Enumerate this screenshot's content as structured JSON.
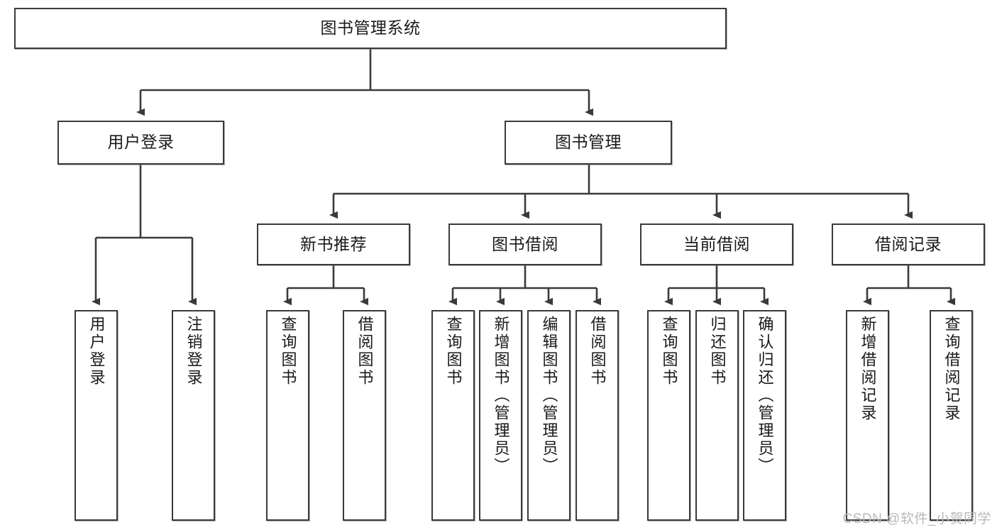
{
  "diagram": {
    "type": "tree",
    "title": "图书管理系统",
    "watermark": "CSDN @软件_小贺同学",
    "colors": {
      "box_border": "#3a3a3a",
      "box_fill": "#ffffff",
      "edge": "#3a3a3a",
      "text": "#1a1a1a",
      "watermark": "#b9b9b9"
    },
    "nodes": {
      "root": {
        "label": "图书管理系统"
      },
      "level2": [
        {
          "id": "user-login",
          "label": "用户登录"
        },
        {
          "id": "book-manage",
          "label": "图书管理"
        }
      ],
      "level3": [
        {
          "id": "new-book-recommend",
          "label": "新书推荐"
        },
        {
          "id": "book-borrow",
          "label": "图书借阅"
        },
        {
          "id": "current-borrow",
          "label": "当前借阅"
        },
        {
          "id": "borrow-record",
          "label": "借阅记录"
        }
      ],
      "leaves": {
        "user-login": [
          {
            "id": "leaf-user-login",
            "label": "用户登录"
          },
          {
            "id": "leaf-logout-login",
            "label": "注销登录"
          }
        ],
        "new-book-recommend": [
          {
            "id": "leaf-query-book-1",
            "label": "查询图书"
          },
          {
            "id": "leaf-borrow-book-1",
            "label": "借阅图书"
          }
        ],
        "book-borrow": [
          {
            "id": "leaf-query-book-2",
            "label": "查询图书"
          },
          {
            "id": "leaf-add-book",
            "label": "新增图书（管理员）"
          },
          {
            "id": "leaf-edit-book",
            "label": "编辑图书（管理员）"
          },
          {
            "id": "leaf-borrow-book-2",
            "label": "借阅图书"
          }
        ],
        "current-borrow": [
          {
            "id": "leaf-query-book-3",
            "label": "查询图书"
          },
          {
            "id": "leaf-return-book",
            "label": "归还图书"
          },
          {
            "id": "leaf-confirm-return",
            "label": "确认归还（管理员）"
          }
        ],
        "borrow-record": [
          {
            "id": "leaf-add-record",
            "label": "新增借阅记录"
          },
          {
            "id": "leaf-query-record",
            "label": "查询借阅记录"
          }
        ]
      }
    }
  }
}
